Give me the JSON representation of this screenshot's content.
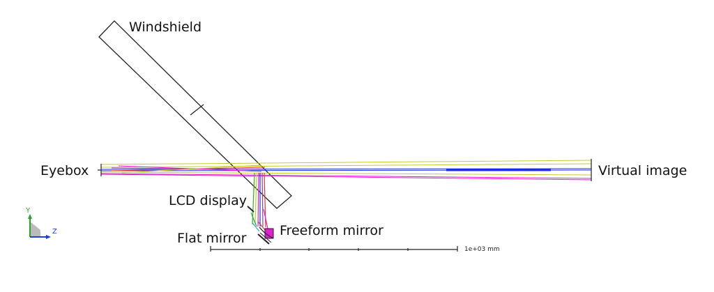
{
  "labels": {
    "windshield": "Windshield",
    "eyebox": "Eyebox",
    "virtual_image": "Virtual image",
    "lcd_display": "LCD display",
    "freeform_mirror": "Freeform mirror",
    "flat_mirror": "Flat mirror"
  },
  "scale_bar": {
    "label": "1e+03 mm"
  },
  "axes": {
    "y": "Y",
    "z": "Z"
  },
  "colors": {
    "outline": "#222222",
    "ray_yellow": "#c8c832",
    "ray_blue": "#1f2fd6",
    "ray_magenta": "#e01fd0",
    "ray_purple": "#8a3fb0",
    "ray_red": "#e03a2a",
    "ray_green": "#2fb02f",
    "ray_cyan": "#2aa8c8",
    "axis_green": "#2ca02c",
    "axis_blue": "#1f3fd6"
  }
}
